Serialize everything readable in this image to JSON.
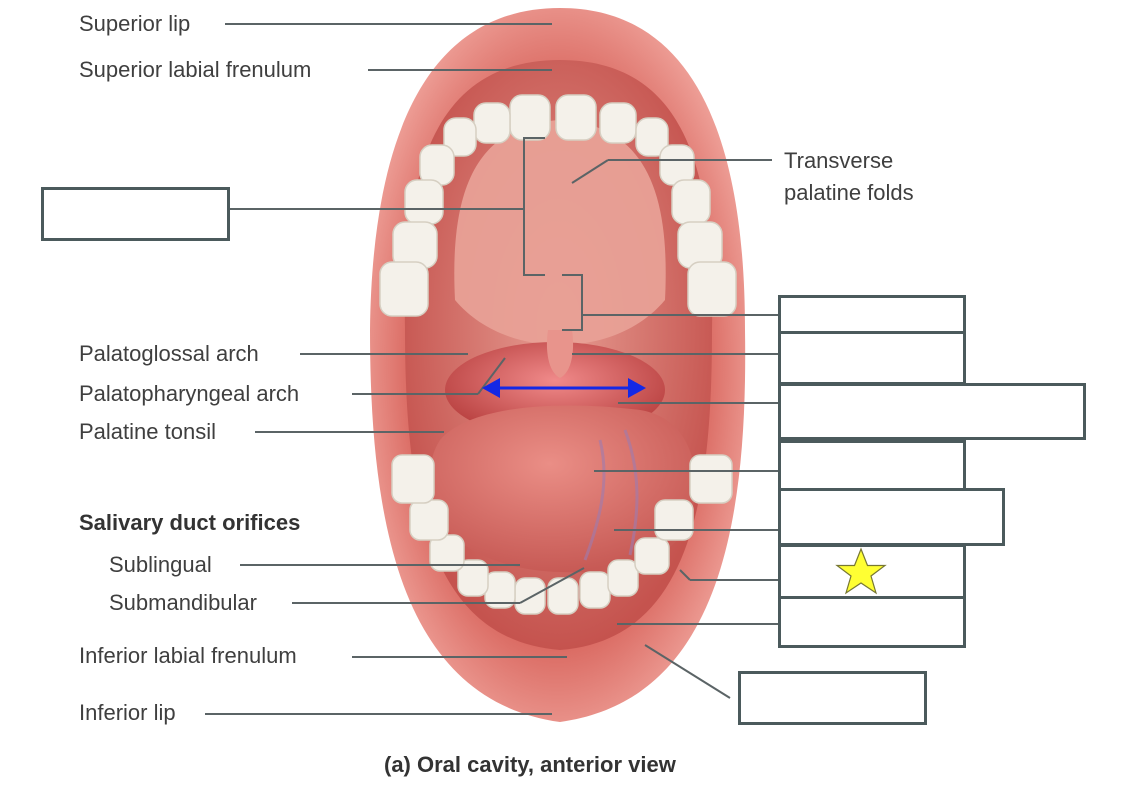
{
  "labels": {
    "superior_lip": "Superior lip",
    "superior_labial_frenulum": "Superior labial frenulum",
    "transverse_palatine_folds_1": "Transverse",
    "transverse_palatine_folds_2": "palatine folds",
    "palatoglossal_arch": "Palatoglossal arch",
    "palatopharyngeal_arch": "Palatopharyngeal arch",
    "palatine_tonsil": "Palatine tonsil",
    "salivary_duct_orifices": "Salivary duct orifices",
    "sublingual": "Sublingual",
    "submandibular": "Submandibular",
    "inferior_labial_frenulum": "Inferior labial frenulum",
    "inferior_lip": "Inferior lip"
  },
  "caption": "(a) Oral cavity, anterior view",
  "answer_boxes": [
    "",
    "",
    "",
    "",
    "",
    "",
    "",
    "",
    ""
  ],
  "colors": {
    "lip": "#e0726a",
    "mouth_cavity": "#c95b55",
    "palate": "#e59a90",
    "tongue": "#e07f78",
    "teeth": "#f4f1ea",
    "leader_line": "#5b6466",
    "box_border": "#4b5a5c",
    "arrow": "#1428e6",
    "star": "#ffff33"
  },
  "icons": {
    "star": "star-icon",
    "arrow": "double-headed-arrow-icon"
  }
}
